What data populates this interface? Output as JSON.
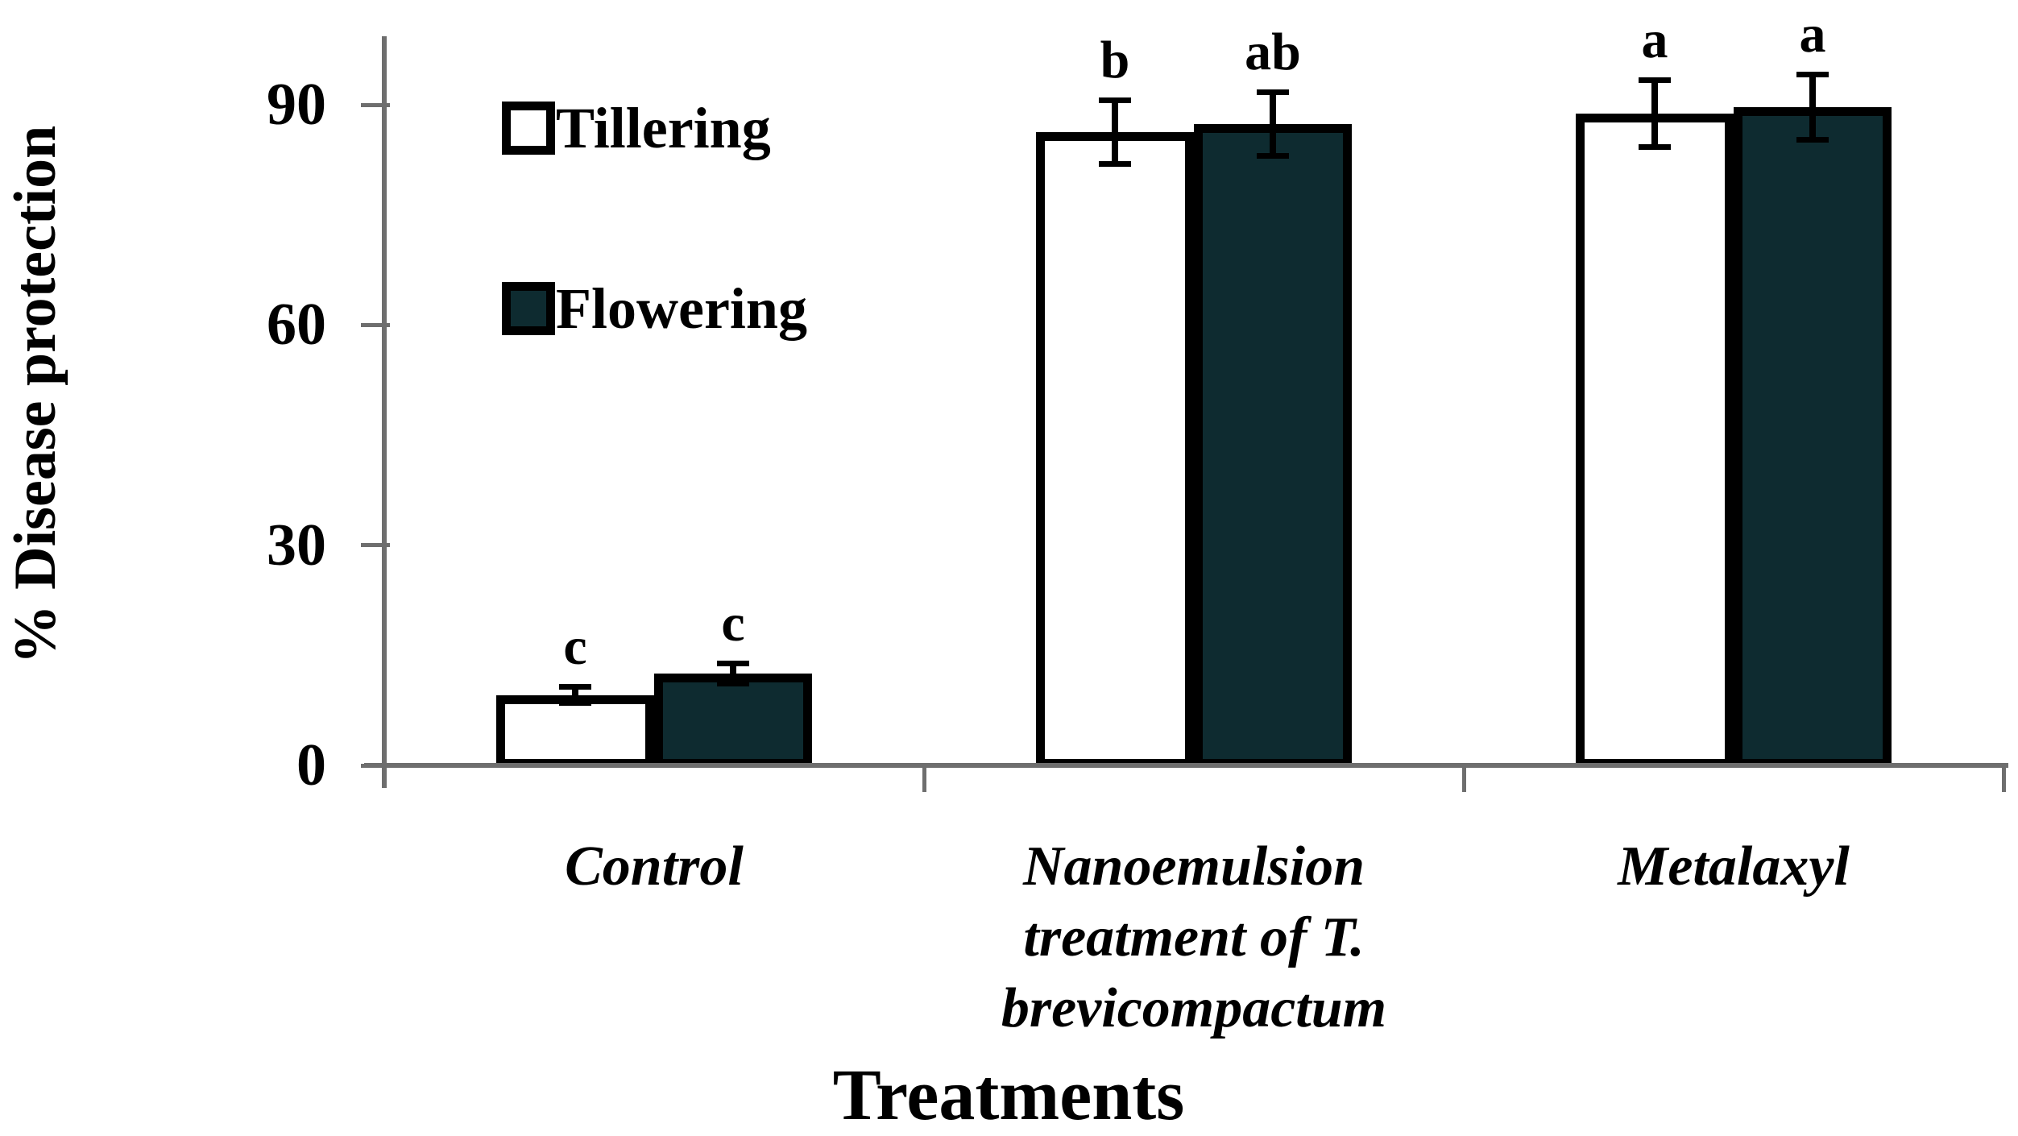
{
  "chart_data": {
    "type": "bar",
    "title": "",
    "xlabel": "Treatments",
    "ylabel": "% Disease protection",
    "categories": [
      "Control",
      "Nanoemulsion treatment of T. brevicompactum",
      "Metalaxyl"
    ],
    "category_lines": [
      [
        "Control"
      ],
      [
        "Nanoemulsion",
        "treatment of T.",
        "brevicompactum"
      ],
      [
        "Metalaxyl"
      ]
    ],
    "series": [
      {
        "name": "Tillering",
        "fill": "#ffffff",
        "values": [
          9.6,
          86.3,
          88.8
        ],
        "errors": [
          1.2,
          4.4,
          4.6
        ],
        "sig_letters": [
          "c",
          "b",
          "a"
        ]
      },
      {
        "name": "Flowering",
        "fill": "#0e2b30",
        "values": [
          12.5,
          87.4,
          89.7
        ],
        "errors": [
          1.4,
          4.4,
          4.5
        ],
        "sig_letters": [
          "c",
          "ab",
          "a"
        ]
      }
    ],
    "yticks": [
      0,
      30,
      60,
      90
    ],
    "ylim": [
      0,
      99
    ],
    "grid": false,
    "legend_position": "upper-left-inside",
    "axis_color": "#6e6e6e",
    "bar_border_color": "#000000",
    "error_bar_color": "#000000",
    "text_color": "#000000"
  }
}
